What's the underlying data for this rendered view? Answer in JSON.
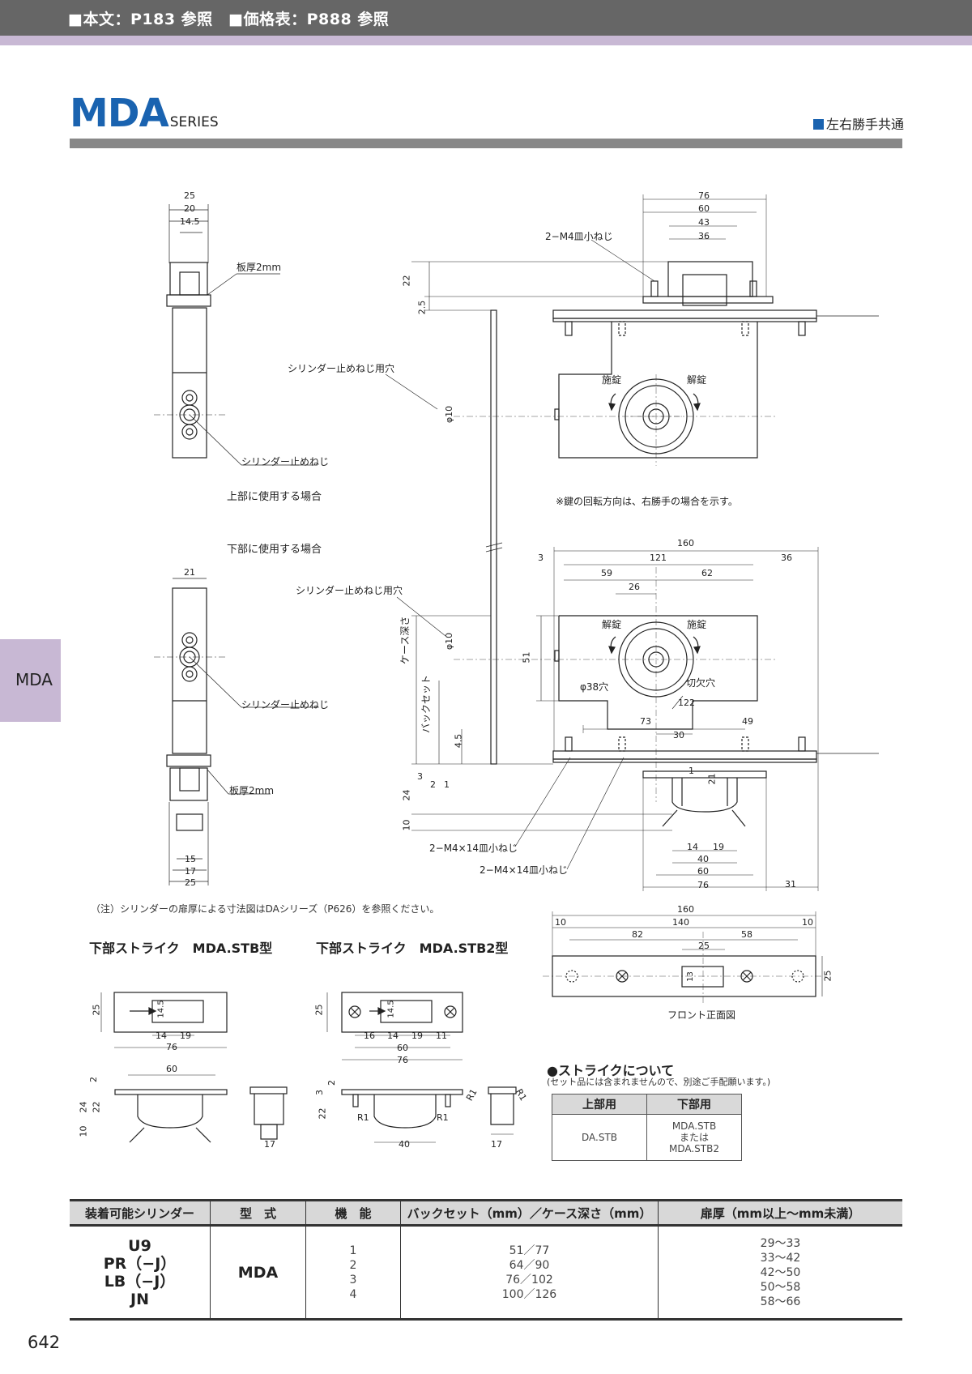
{
  "header": {
    "refs": "■本文：P183 参照　■価格表：P888 参照"
  },
  "series": {
    "name": "MDA",
    "suffix": "SERIES"
  },
  "hand_note": "左右勝手共通",
  "side_tab": "MDA",
  "labels": {
    "itaatsu_top": "板厚2mm",
    "itaatsu_bottom": "板厚2mm",
    "screw_hole_top": "シリンダー止めねじ用穴",
    "screw_top": "シリンダー止めねじ",
    "use_top": "上部に使用する場合",
    "use_bottom": "下部に使用する場合",
    "screw_hole_bottom": "シリンダー止めねじ用穴",
    "screw_bottom": "シリンダー止めねじ",
    "m4_dish": "2−M4皿小ねじ",
    "key_note": "※鍵の回転方向は、右勝手の場合を示す。",
    "lock": "施錠",
    "unlock": "解錠",
    "lock2": "解錠",
    "unlock2": "施錠",
    "hole38": "φ38穴",
    "cutout": "切欠穴",
    "case_depth": "ケース深さ",
    "backset": "バックセット",
    "m4x14_a": "2−M4×14皿小ねじ",
    "m4x14_b": "2−M4×14皿小ねじ",
    "front_view": "フロント正面図",
    "footnote": "（注）シリンダーの扉厚による寸法図はDAシリーズ（P626）を参照ください。"
  },
  "dims": {
    "d25a": "25",
    "d20": "20",
    "d145a": "14.5",
    "d76a": "76",
    "d60a": "60",
    "d43": "43",
    "d36a": "36",
    "d22a": "22",
    "d25b": "2.5",
    "phi10a": "φ10",
    "d21": "21",
    "phi10b": "φ10",
    "d160a": "160",
    "d3a": "3",
    "d121": "121",
    "d36b": "36",
    "d59": "59",
    "d62": "62",
    "d26": "26",
    "d51": "51",
    "d122": "122",
    "d73": "73",
    "d49": "49",
    "d30": "30",
    "d45": "4.5",
    "d3b": "3",
    "d2a": "2",
    "d1a": "1",
    "d24a": "24",
    "d10a": "10",
    "d1b": "1",
    "d21b": "21",
    "d14a": "14",
    "d19a": "19",
    "d40a": "40",
    "d60b": "60",
    "d76b": "76",
    "d31": "31",
    "d15": "15",
    "d17a": "17",
    "d25c": "25",
    "d160b": "160",
    "d140": "140",
    "d10b": "10",
    "d10c": "10",
    "d82": "82",
    "d58": "58",
    "d25d": "25",
    "d13": "13",
    "d25e": "25",
    "s1_25": "25",
    "s1_145": "14.5",
    "s1_14": "14",
    "s1_19": "19",
    "s1_76": "76",
    "s1_60": "60",
    "s1_2": "2",
    "s1_24": "24",
    "s1_22": "22",
    "s1_10": "10",
    "s1_17": "17",
    "s2_25": "25",
    "s2_145": "14.5",
    "s2_16": "16",
    "s2_14": "14",
    "s2_19": "19",
    "s2_11": "11",
    "s2_60": "60",
    "s2_76": "76",
    "s2_2": "2",
    "s2_3": "3",
    "s2_22": "22",
    "s2_r1a": "R1",
    "s2_r1b": "R1",
    "s2_r1c": "R1",
    "s2_r1d": "R1",
    "s2_40": "40",
    "s2_17": "17"
  },
  "captions": {
    "stb": "下部ストライク　MDA.STB型",
    "stb2": "下部ストライク　MDA.STB2型"
  },
  "strike_info": {
    "heading": "●ストライクについて",
    "sub": "(セット品には含まれませんので、別途ご手配願います。)",
    "headers": [
      "上部用",
      "下部用"
    ],
    "upper": "DA.STB",
    "lower": [
      "MDA.STB",
      "または",
      "MDA.STB2"
    ]
  },
  "spec_table": {
    "headers": [
      "装着可能シリンダー",
      "型　式",
      "機　能",
      "バックセット（mm）／ケース深さ（mm）",
      "扉厚（mm以上〜mm未満）"
    ],
    "cylinders": [
      "U9",
      "PR（−J）",
      "LB（−J）",
      "JN"
    ],
    "model": "MDA",
    "functions": [
      "1",
      "2",
      "3",
      "4"
    ],
    "backsets": [
      "51／77",
      "64／90",
      "76／102",
      "100／126"
    ],
    "thickness": [
      "29〜33",
      "33〜42",
      "42〜50",
      "50〜58",
      "58〜66"
    ]
  },
  "page_number": "642"
}
